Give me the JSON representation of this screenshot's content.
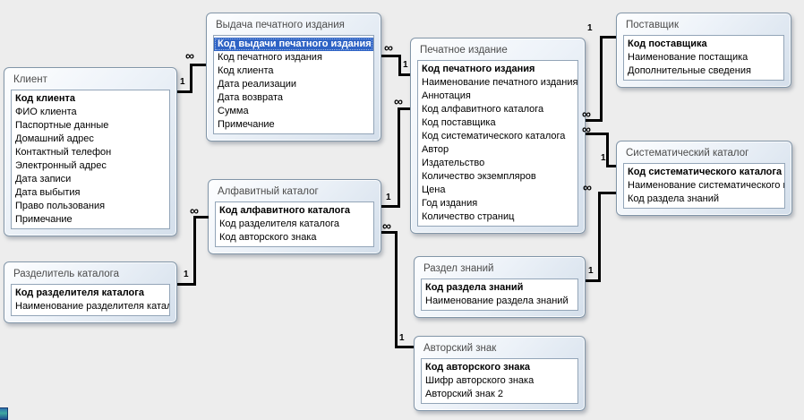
{
  "canvas": {
    "background_color": "#ededed",
    "line_color": "#000000",
    "selection_color": "#2e63c5"
  },
  "tables": [
    {
      "title": "Клиент",
      "fields": [
        {
          "name": "Код клиента",
          "pk": true
        },
        {
          "name": "ФИО клиента"
        },
        {
          "name": "Паспортные данные"
        },
        {
          "name": "Домашний адрес"
        },
        {
          "name": "Контактный телефон"
        },
        {
          "name": "Электронный адрес"
        },
        {
          "name": "Дата записи"
        },
        {
          "name": "Дата выбытия"
        },
        {
          "name": "Право пользования"
        },
        {
          "name": "Примечание"
        }
      ]
    },
    {
      "title": "Выдача печатного издания",
      "fields": [
        {
          "name": "Код выдачи печатного издания",
          "pk": true,
          "selected": true
        },
        {
          "name": "Код печатного издания"
        },
        {
          "name": "Код клиента"
        },
        {
          "name": "Дата реализации"
        },
        {
          "name": "Дата возврата"
        },
        {
          "name": "Сумма"
        },
        {
          "name": "Примечание"
        }
      ]
    },
    {
      "title": "Алфавитный каталог",
      "fields": [
        {
          "name": "Код алфавитного каталога",
          "pk": true
        },
        {
          "name": "Код разделителя каталога"
        },
        {
          "name": "Код авторского знака"
        }
      ]
    },
    {
      "title": "Печатное издание",
      "fields": [
        {
          "name": "Код печатного издания",
          "pk": true
        },
        {
          "name": "Наименование печатного издания"
        },
        {
          "name": "Аннотация"
        },
        {
          "name": "Код алфавитного каталога"
        },
        {
          "name": "Код поставщика"
        },
        {
          "name": "Код систематического каталога"
        },
        {
          "name": "Автор"
        },
        {
          "name": "Издательство"
        },
        {
          "name": "Количество экземпляров"
        },
        {
          "name": "Цена"
        },
        {
          "name": "Год издания"
        },
        {
          "name": "Количество страниц"
        }
      ]
    },
    {
      "title": "Раздел знаний",
      "fields": [
        {
          "name": "Код раздела знаний",
          "pk": true
        },
        {
          "name": "Наименование раздела знаний"
        }
      ]
    },
    {
      "title": "Авторский знак",
      "fields": [
        {
          "name": "Код авторского знака",
          "pk": true
        },
        {
          "name": "Шифр авторского знака"
        },
        {
          "name": "Авторский знак 2"
        }
      ]
    },
    {
      "title": "Поставщик",
      "fields": [
        {
          "name": "Код поставщика",
          "pk": true
        },
        {
          "name": "Наименование постащика"
        },
        {
          "name": "Дополнительные сведения"
        }
      ]
    },
    {
      "title": "Систематический каталог",
      "fields": [
        {
          "name": "Код систематического каталога",
          "pk": true
        },
        {
          "name": "Наименование систематического к"
        },
        {
          "name": "Код раздела знаний"
        }
      ]
    },
    {
      "title": "Разделитель каталога",
      "fields": [
        {
          "name": "Код разделителя каталога",
          "pk": true
        },
        {
          "name": "Наименование разделителя катало"
        }
      ]
    }
  ],
  "relations": [
    {
      "from_table": "Клиент",
      "to_table": "Выдача печатного издания",
      "one": "1",
      "many": "∞"
    },
    {
      "from_table": "Печатное издание",
      "to_table": "Выдача печатного издания",
      "one": "1",
      "many": "∞"
    },
    {
      "from_table": "Поставщик",
      "to_table": "Печатное издание",
      "one": "1",
      "many": "∞"
    },
    {
      "from_table": "Систематический каталог",
      "to_table": "Печатное издание",
      "one": "1",
      "many": "∞"
    },
    {
      "from_table": "Раздел знаний",
      "to_table": "Систематический каталог",
      "one": "1",
      "many": "∞"
    },
    {
      "from_table": "Алфавитный каталог",
      "to_table": "Печатное издание",
      "one": "1",
      "many": "∞"
    },
    {
      "from_table": "Разделитель каталога",
      "to_table": "Алфавитный каталог",
      "one": "1",
      "many": "∞"
    },
    {
      "from_table": "Авторский знак",
      "to_table": "Алфавитный каталог",
      "one": "1",
      "many": "∞"
    }
  ]
}
